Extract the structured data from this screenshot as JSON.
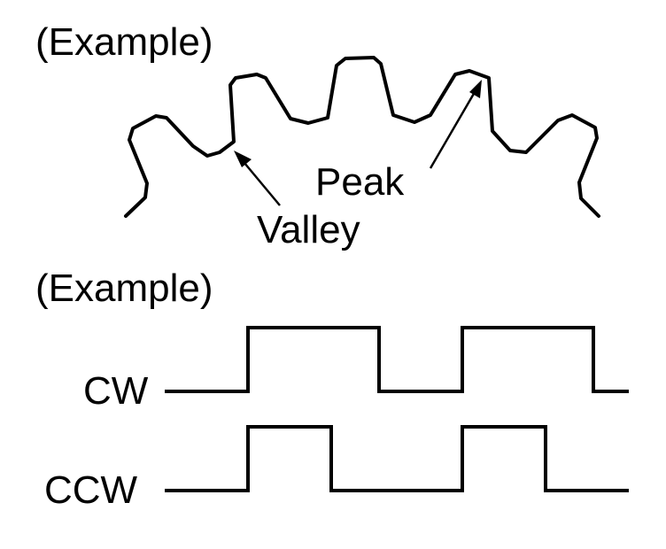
{
  "labels": {
    "example_top": "(Example)",
    "valley": "Valley",
    "peak": "Peak",
    "example_bottom": "(Example)",
    "cw": "CW",
    "ccw": "CCW"
  },
  "colors": {
    "line": "#000000",
    "background": "#ffffff"
  }
}
